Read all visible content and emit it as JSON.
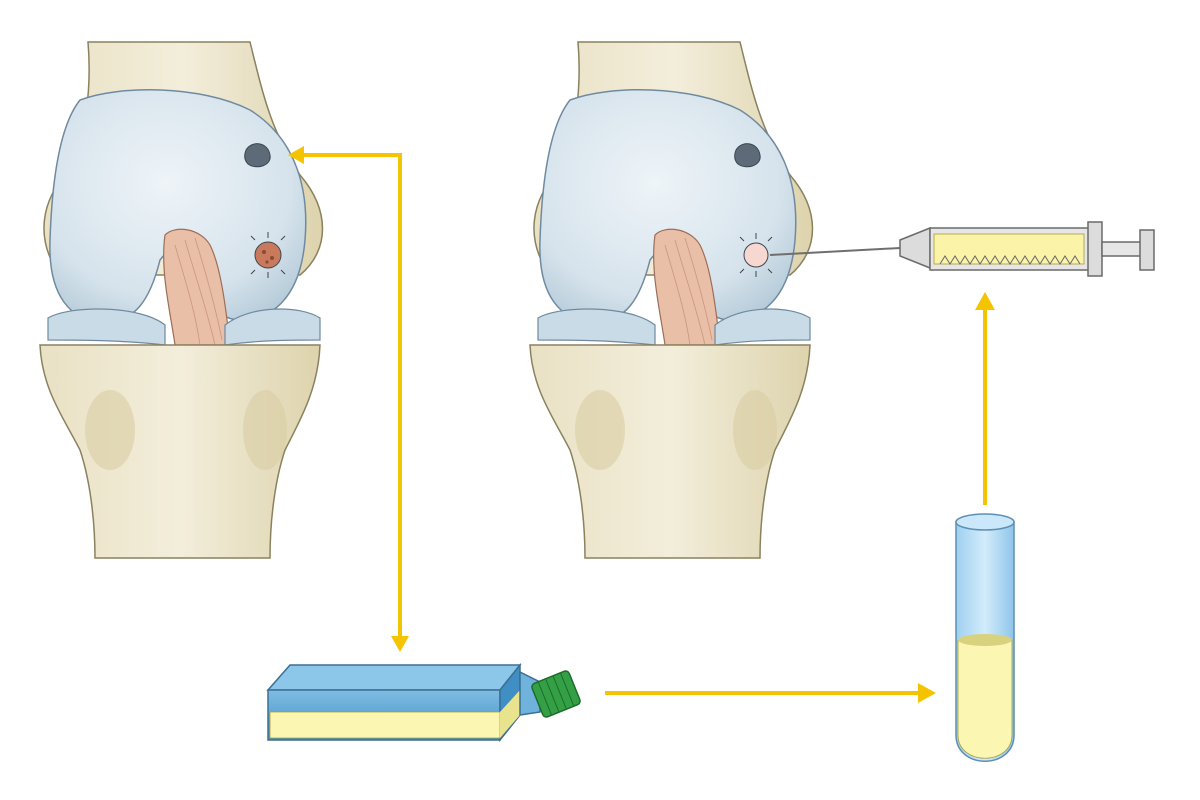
{
  "diagram": {
    "steps": [
      {
        "id": "biopsy",
        "subject": "knee-joint-with-cartilage-defect",
        "icon": "knee-joint-icon"
      },
      {
        "id": "culture",
        "subject": "cell-culture-flask",
        "icon": "culture-flask-icon"
      },
      {
        "id": "suspension",
        "subject": "test-tube-with-cell-suspension",
        "icon": "test-tube-icon"
      },
      {
        "id": "implantation",
        "subject": "syringe-injection-into-knee",
        "icon": "syringe-icon"
      }
    ],
    "flow": [
      {
        "from": "biopsy",
        "to": "culture"
      },
      {
        "from": "culture",
        "to": "suspension"
      },
      {
        "from": "suspension",
        "to": "implantation"
      }
    ]
  },
  "colors": {
    "arrow": "#f5c400",
    "bone": "#ece4c8",
    "bone_shadow": "#cfc49a",
    "cartilage": "#dbe7ef",
    "cartilage_shadow": "#a9c3d3",
    "ligament": "#e8b49c",
    "flask_body": "#5aa6d6",
    "flask_cap": "#34a046",
    "culture_medium": "#fbf6b2",
    "tube": "#b7dcf5",
    "syringe_barrel": "#e6e6e6"
  }
}
